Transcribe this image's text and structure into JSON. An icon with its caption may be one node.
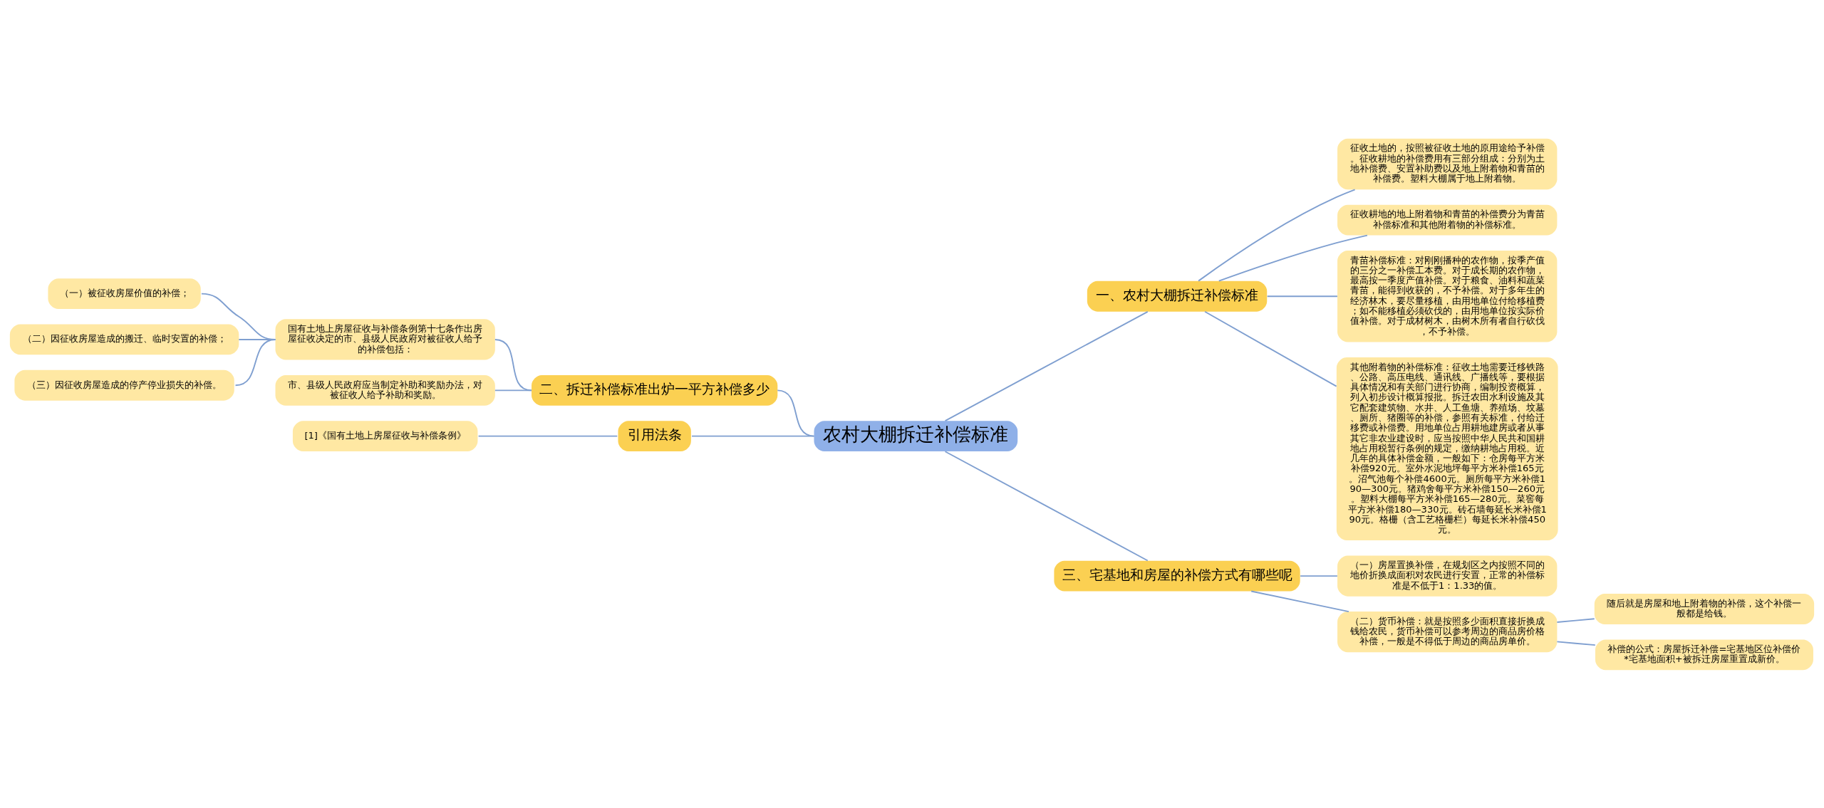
{
  "diagram": {
    "nodes": [
      {
        "text": [
          "农村大棚拆迁补偿标准"
        ]
      },
      {
        "text": [
          "一、农村大棚拆迁补偿标准"
        ]
      },
      {
        "text": [
          "征收土地的，按照被征收土地的原用途给予补偿。征收耕地的补偿费用有三部分组成：分别为土地补偿费、安置补助费以及地上附着物和青苗的补偿费。塑料大棚属于地上附着物。"
        ]
      },
      {
        "text": [
          "征收耕地的地上附着物和青苗的补偿费分为青苗补偿标准和其他附着物的补偿标准。"
        ]
      },
      {
        "text": [
          "青苗补偿标准：对刚刚播种的农作物，按季产值的三分之一补偿工本费。对于成长期的农作物，最高按一季度产值补偿。对于粮食、油料和蔬菜青苗，能得到收获的，不予补偿。对于多年生的经济林木，要尽量移植，由用地单位付给移植费；如不能移植必须砍伐的，由用地单位按实际价值补偿。对于成材树木，由树木所有者自行砍伐，不予补偿。"
        ]
      },
      {
        "text": [
          "其他附着物的补偿标准：征收土地需要迁移铁路、公路、高压电线、通讯线、广播线等，要根据具体情况和有关部门进行协商，编制投资概算，列入初步设计概算报批。拆迁农田水利设施及其它配套建筑物、水井、人工鱼塘、养殖场、坟墓、厕所、猪圈等的补偿，参照有关标准，付给迁移费或补偿费。用地单位占用耕地建房或者从事其它非农业建设时，应当按照中华人民共和国耕地占用税暂行条例的规定，缴纳耕地占用税。近几年的具体补偿金额，一般如下：仓房每平方米补偿920元。室外水泥地坪每平方米补偿165元。沼气池每个补偿4600元。厕所每平方米补偿190—300元。猪鸡舍每平方米补偿150—260元。塑料大棚每平方米补偿165—280元。菜窖每平方米补偿180—330元。砖石墙每延长米补偿190元。格栅（含工艺格栅栏）每延长米补偿450元。"
        ]
      },
      {
        "text": [
          "二、拆迁补偿标准出炉一平方补偿多少"
        ]
      },
      {
        "text": [
          "国有土地上房屋征收与补偿条例第十七条作出房屋征收决定的市、县级人民政府对被征收人给予的补偿包括："
        ]
      },
      {
        "text": [
          "（一）被征收房屋价值的补偿；"
        ]
      },
      {
        "text": [
          "（二）因征收房屋造成的搬迁、临时安置的补偿；"
        ]
      },
      {
        "text": [
          "（三）因征收房屋造成的停产停业损失的补偿。"
        ]
      },
      {
        "text": [
          "市、县级人民政府应当制定补助和奖励办法，对被征收人给予补助和奖励。"
        ]
      },
      {
        "text": [
          "引用法条"
        ]
      },
      {
        "text": [
          "[1]《国有土地上房屋征收与补偿条例》"
        ]
      },
      {
        "text": [
          "三、宅基地和房屋的补偿方式有哪些呢"
        ]
      },
      {
        "text": [
          "（一）房屋置换补偿，在规划区之内按照不同的地价折换成面积对农民进行安置，正常的补偿标准是不低于1：1.33的值。"
        ]
      },
      {
        "text": [
          "（二）货币补偿：就是按照多少面积直接折换成钱给农民，货币补偿可以参考周边的商品房价格补偿，一般是不得低于周边的商品房单价。"
        ]
      },
      {
        "text": [
          "随后就是房屋和地上附着物的补偿，这个补偿一般都是给钱。"
        ]
      },
      {
        "text": [
          "补偿的公式：房屋拆迁补偿=宅基地区位补偿价*宅基地面积+被拆迁房屋重置成新价。"
        ]
      }
    ],
    "edges": [
      {
        "from": 0,
        "to": 1,
        "arrow": "none"
      },
      {
        "from": 1,
        "to": 2,
        "arrow": "none"
      },
      {
        "from": 1,
        "to": 3,
        "arrow": "none"
      },
      {
        "from": 1,
        "to": 4,
        "arrow": "none"
      },
      {
        "from": 1,
        "to": 5,
        "arrow": "none"
      },
      {
        "from": 0,
        "to": 6,
        "arrow": "none"
      },
      {
        "from": 6,
        "to": 7,
        "arrow": "none"
      },
      {
        "from": 7,
        "to": 8,
        "arrow": "none"
      },
      {
        "from": 7,
        "to": 9,
        "arrow": "none"
      },
      {
        "from": 7,
        "to": 10,
        "arrow": "none"
      },
      {
        "from": 6,
        "to": 11,
        "arrow": "none"
      },
      {
        "from": 0,
        "to": 12,
        "arrow": "none"
      },
      {
        "from": 12,
        "to": 13,
        "arrow": "none"
      },
      {
        "from": 0,
        "to": 14,
        "arrow": "none"
      },
      {
        "from": 14,
        "to": 15,
        "arrow": "none"
      },
      {
        "from": 14,
        "to": 16,
        "arrow": "none"
      },
      {
        "from": 16,
        "to": 17,
        "arrow": "none"
      },
      {
        "from": 16,
        "to": 18,
        "arrow": "none"
      }
    ]
  }
}
